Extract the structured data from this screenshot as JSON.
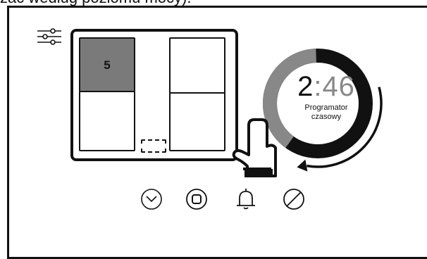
{
  "caption": "zać według poziomu mocy).",
  "zones": [
    {
      "id": "top-left",
      "level": "5",
      "active": true
    },
    {
      "id": "bottom-left",
      "level": "",
      "active": false
    },
    {
      "id": "top-right",
      "level": "",
      "active": false
    },
    {
      "id": "bottom-right",
      "level": "",
      "active": false
    }
  ],
  "timer": {
    "hours": "2",
    "separator": ":",
    "minutes": "46",
    "label_line1": "Programator",
    "label_line2": "czasowy",
    "arc_remaining_fraction": 0.4
  },
  "icons": {
    "settings": "sliders-icon",
    "hand": "touch-hand-icon",
    "arrow": "counterclockwise-arrow-icon"
  },
  "controls": [
    {
      "name": "timer-control",
      "icon": "clock-icon"
    },
    {
      "name": "stop-control",
      "icon": "stop-icon"
    },
    {
      "name": "bell-control",
      "icon": "bell-icon"
    },
    {
      "name": "block-control",
      "icon": "prohibited-icon"
    }
  ],
  "colors": {
    "active_zone": "#7a7a7a",
    "arc_dark": "#111111",
    "arc_light": "#888888"
  }
}
